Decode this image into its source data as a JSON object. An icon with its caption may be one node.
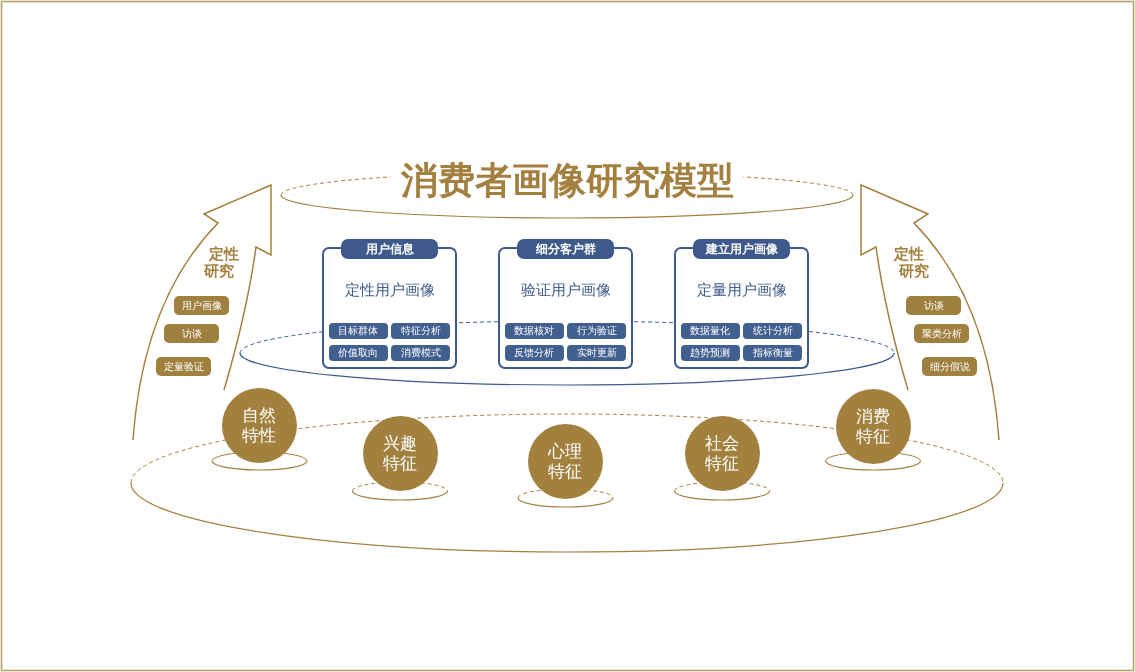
{
  "diagram": {
    "title": "消费者画像研究模型",
    "nodes": [
      {
        "text": [
          "定性研究"
        ]
      },
      {
        "text": [
          "用户画像"
        ],
        "in": 0
      },
      {
        "text": [
          "访谈"
        ],
        "in": 0
      },
      {
        "text": [
          "定量验证"
        ],
        "in": 0
      },
      {
        "text": [
          "用户信息",
          "定性用户画像"
        ]
      },
      {
        "text": [
          "目标群体"
        ],
        "in": 4
      },
      {
        "text": [
          "特征分析"
        ],
        "in": 4
      },
      {
        "text": [
          "价值取向"
        ],
        "in": 4
      },
      {
        "text": [
          "消费模式"
        ],
        "in": 4
      },
      {
        "text": [
          "细分客户群",
          "验证用户画像"
        ]
      },
      {
        "text": [
          "数据核对"
        ],
        "in": 9
      },
      {
        "text": [
          "行为验证"
        ],
        "in": 9
      },
      {
        "text": [
          "反馈分析"
        ],
        "in": 9
      },
      {
        "text": [
          "实时更新"
        ],
        "in": 9
      },
      {
        "text": [
          "建立用户画像",
          "定量用户画像"
        ]
      },
      {
        "text": [
          "数据量化"
        ],
        "in": 14
      },
      {
        "text": [
          "统计分析"
        ],
        "in": 14
      },
      {
        "text": [
          "趋势预测"
        ],
        "in": 14
      },
      {
        "text": [
          "指标衡量"
        ],
        "in": 14
      },
      {
        "text": [
          "定性研究"
        ]
      },
      {
        "text": [
          "访谈"
        ],
        "in": 19
      },
      {
        "text": [
          "聚类分析"
        ],
        "in": 19
      },
      {
        "text": [
          "细分假说"
        ],
        "in": 19
      },
      {
        "text": [
          "自然特性"
        ]
      },
      {
        "text": [
          "兴趣特征"
        ]
      },
      {
        "text": [
          "心理特征"
        ]
      },
      {
        "text": [
          "社会特征"
        ]
      },
      {
        "text": [
          "消费特征"
        ]
      }
    ]
  }
}
